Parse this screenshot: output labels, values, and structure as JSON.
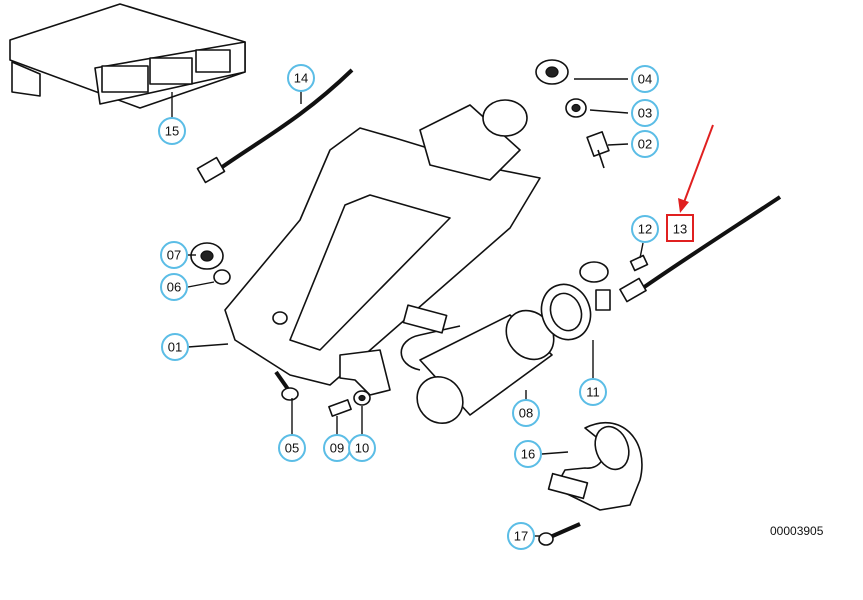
{
  "diagram_ref": "00003905",
  "callouts": {
    "c01": "01",
    "c02": "02",
    "c03": "03",
    "c04": "04",
    "c05": "05",
    "c06": "06",
    "c07": "07",
    "c08": "08",
    "c09": "09",
    "c10": "10",
    "c11": "11",
    "c12": "12",
    "c13": "13",
    "c14": "14",
    "c15": "15",
    "c16": "16",
    "c17": "17"
  },
  "highlight": {
    "part": "13",
    "color": "#e02020"
  },
  "callout_color": "#5bbde6"
}
